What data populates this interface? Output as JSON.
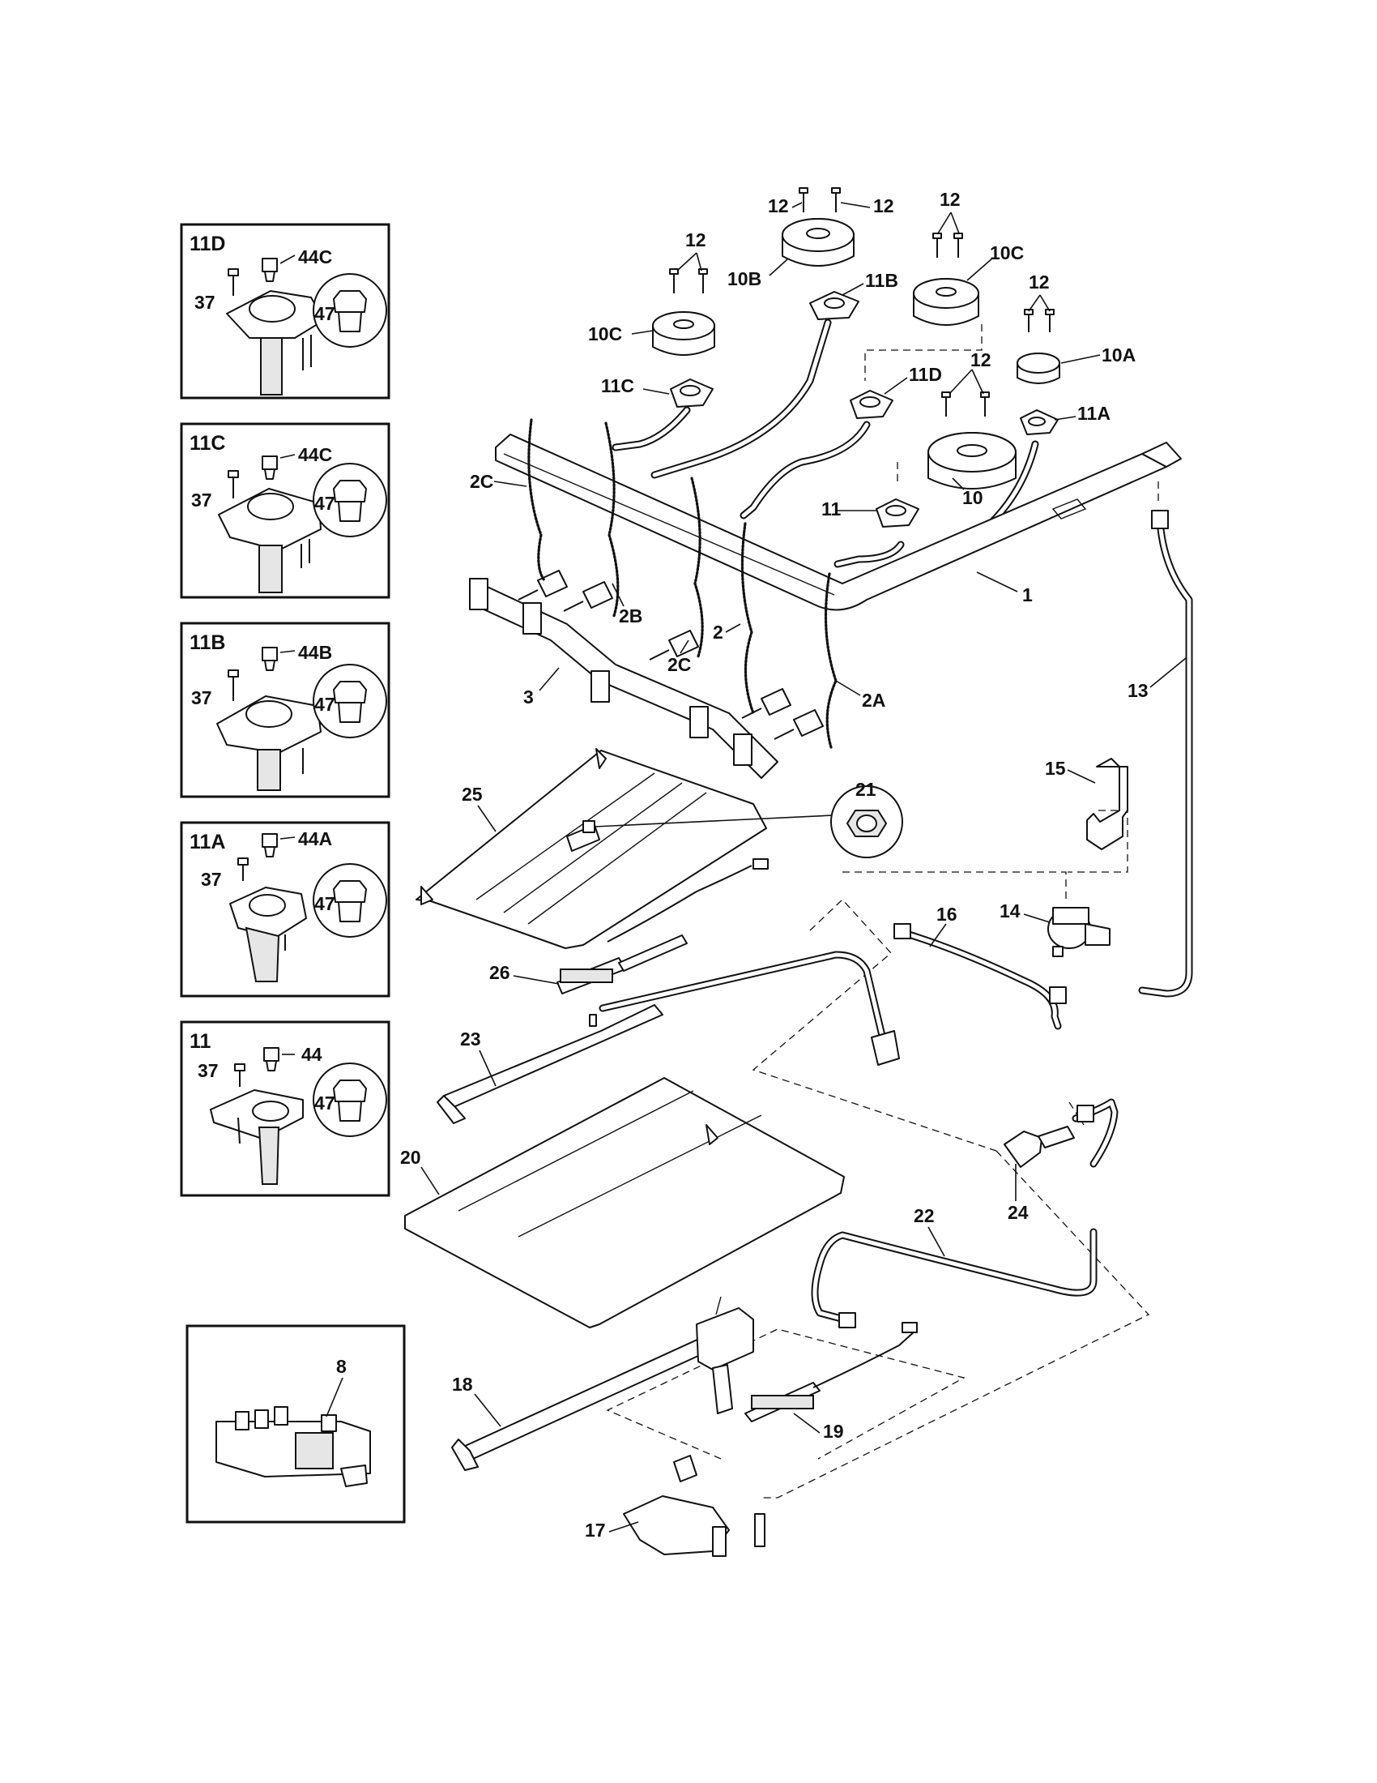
{
  "insets": [
    {
      "title": "11D",
      "labels": {
        "screw": "37",
        "seat": "44C",
        "orifice": "47"
      }
    },
    {
      "title": "11C",
      "labels": {
        "screw": "37",
        "seat": "44C",
        "orifice": "47"
      }
    },
    {
      "title": "11B",
      "labels": {
        "screw": "37",
        "seat": "44B",
        "orifice": "47"
      }
    },
    {
      "title": "11A",
      "labels": {
        "screw": "37",
        "seat": "44A",
        "orifice": "47"
      }
    },
    {
      "title": "11",
      "labels": {
        "screw": "37",
        "seat": "44",
        "orifice": "47"
      }
    }
  ],
  "igniter_inset": {
    "label": "8"
  },
  "callouts": {
    "c12a": "12",
    "c12b": "12",
    "c12c": "12",
    "c12d": "12",
    "c12e": "12",
    "c12f": "12",
    "c10B": "10B",
    "c11B": "11B",
    "c10C_top": "10C",
    "c10C_left": "10C",
    "c11C": "11C",
    "c11D": "11D",
    "c10A": "10A",
    "c11A": "11A",
    "c10": "10",
    "c11": "11",
    "c2C_left": "2C",
    "c2B": "2B",
    "c2": "2",
    "c2C_mid": "2C",
    "c2A": "2A",
    "c1": "1",
    "c3": "3",
    "c13": "13",
    "c15": "15",
    "c14": "14",
    "c16": "16",
    "c21": "21",
    "c25": "25",
    "c26": "26",
    "c23": "23",
    "c20": "20",
    "c24": "24",
    "c22": "22",
    "c18": "18",
    "c19": "19",
    "c17": "17"
  }
}
